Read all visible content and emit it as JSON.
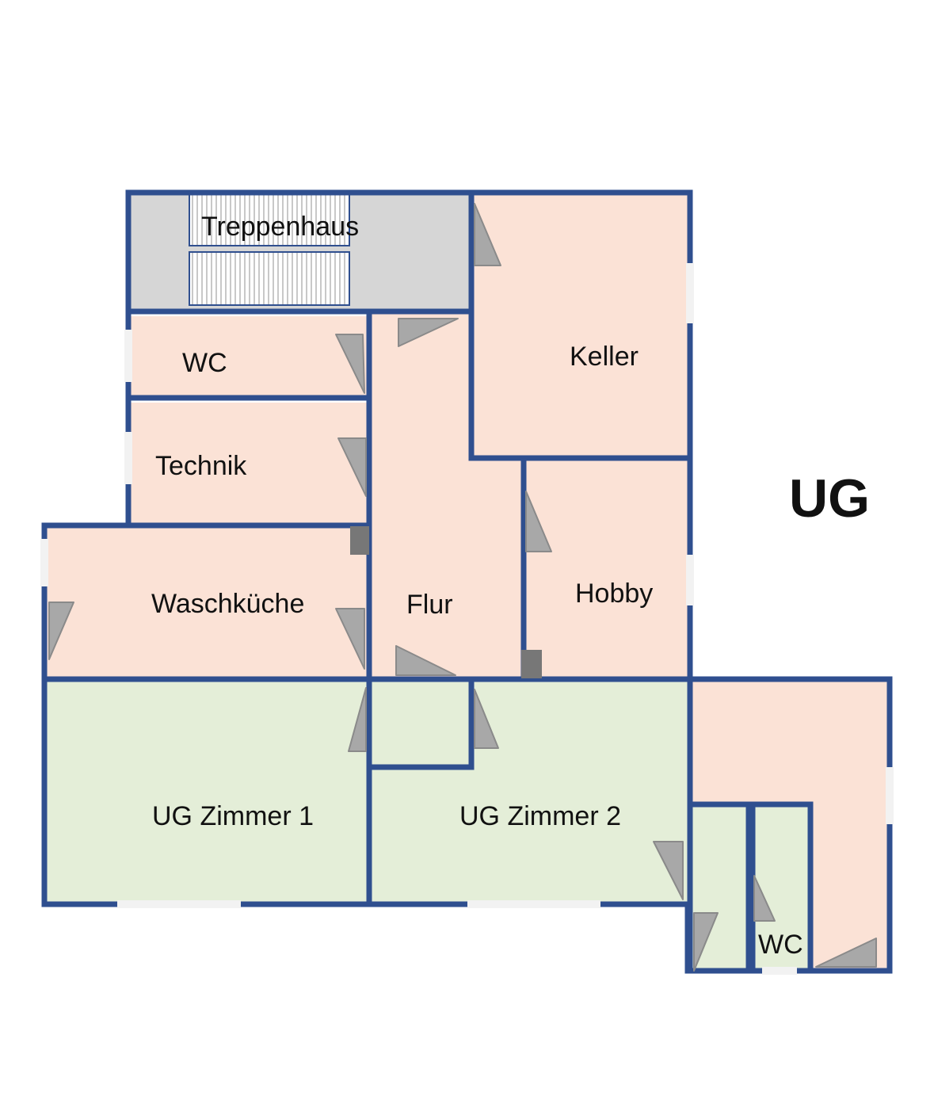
{
  "floor_label": "UG",
  "colors": {
    "wall": "#2f4f8f",
    "room_peach": "#fbe2d6",
    "room_green": "#e4eed8",
    "stair_gray": "#d6d6d6",
    "door_swing": "#a8a8a8",
    "window": "#f2f2f2",
    "column": "#777777"
  },
  "rooms": {
    "treppenhaus": "Treppenhaus",
    "wc_top": "WC",
    "technik": "Technik",
    "waschkueche": "Waschküche",
    "flur": "Flur",
    "keller": "Keller",
    "hobby": "Hobby",
    "zimmer1": "UG Zimmer 1",
    "zimmer2": "UG Zimmer 2",
    "wc_bottom": "WC"
  }
}
